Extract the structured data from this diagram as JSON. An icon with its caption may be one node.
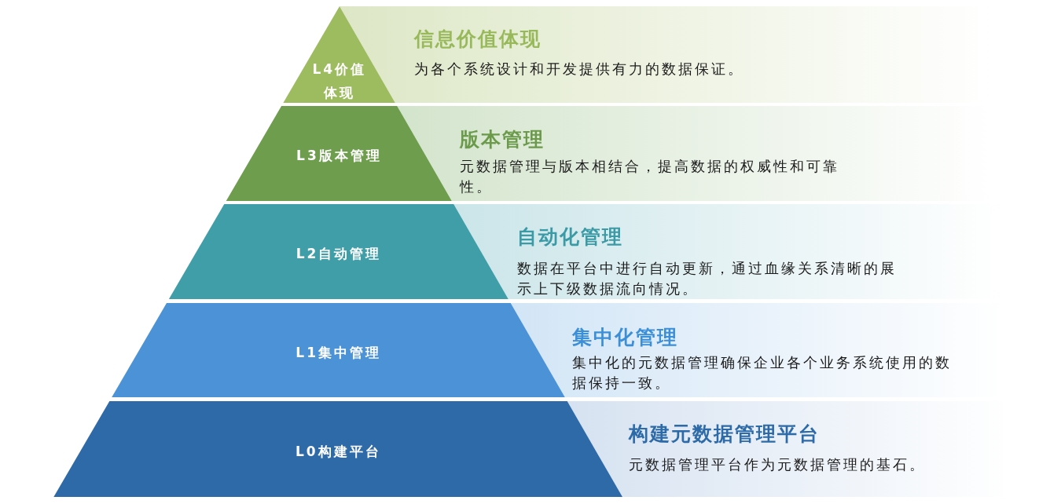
{
  "diagram": {
    "nodes": [
      {
        "text": [
          "L4价值体现",
          "信息价值体现",
          "为各个系统设计和开发提供有力的数据保证。"
        ]
      },
      {
        "text": [
          "L3版本管理",
          "版本管理",
          "元数据管理与版本相结合，提高数据的权威性和可靠性。"
        ]
      },
      {
        "text": [
          "L2自动管理",
          "自动化管理",
          "数据在平台中进行自动更新，通过血缘关系清晰的展示上下级数据流向情况。"
        ]
      },
      {
        "text": [
          "L1集中管理",
          "集中化管理",
          "集中化的元数据管理确保企业各个业务系统使用的数据保持一致。"
        ]
      },
      {
        "text": [
          "L0构建平台",
          "构建元数据管理平台",
          "元数据管理平台作为元数据管理的基石。"
        ]
      }
    ]
  }
}
